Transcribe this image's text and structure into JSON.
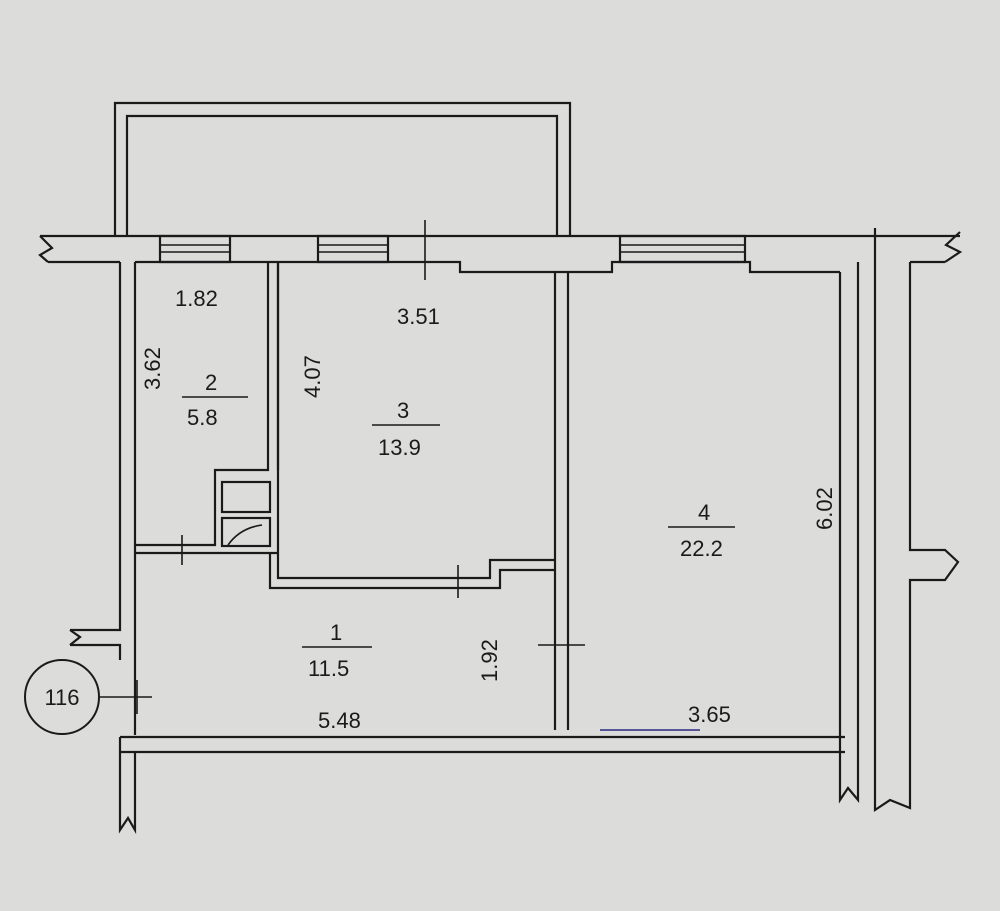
{
  "apartment_number": "116",
  "rooms": [
    {
      "number": "1",
      "area": "11.5"
    },
    {
      "number": "2",
      "area": "5.8"
    },
    {
      "number": "3",
      "area": "13.9"
    },
    {
      "number": "4",
      "area": "22.2"
    }
  ],
  "dimensions": {
    "room2_width": "1.82",
    "room2_length": "3.62",
    "room3_width": "3.51",
    "room3_length": "4.07",
    "room4_length": "6.02",
    "hall_depth": "1.92",
    "hall_width": "5.48",
    "room4_width": "3.65"
  }
}
